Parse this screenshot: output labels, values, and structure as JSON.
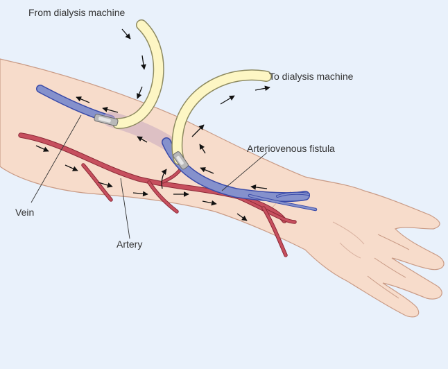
{
  "labels": {
    "from_machine": "From dialysis machine",
    "to_machine": "To dialysis machine",
    "fistula": "Arteriovenous fistula",
    "vein": "Vein",
    "artery": "Artery"
  },
  "colors": {
    "background": "#e9f1fb",
    "skin": "#f7dccb",
    "skin_outline": "#c99b86",
    "artery": "#c64f5e",
    "vein": "#8591cc",
    "vein_outline": "#3a4aa8",
    "tube": "#fdf6c4",
    "tube_outline": "#8d8a60",
    "arrow": "#111111",
    "label_text": "#333333"
  },
  "icons": [
    "needle-icon",
    "flow-arrow-icon"
  ]
}
